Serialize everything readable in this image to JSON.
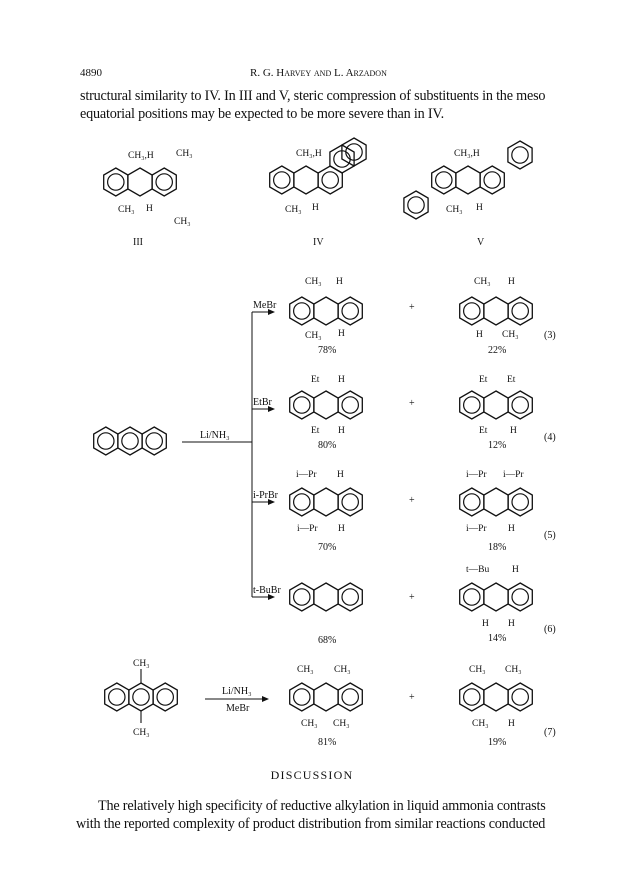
{
  "header": {
    "page_number": "4890",
    "running_title": "R. G. Harvey and L. Arzadon"
  },
  "intro_text": {
    "line1": "structural similarity to IV. In III and V, steric compression of substituents in the meso",
    "line2": "equatorial positions may be expected to be more severe than in IV."
  },
  "compound_labels": [
    "III",
    "IV",
    "V"
  ],
  "substituent_labels": {
    "iii_top1": "CH₃,H",
    "iii_top2": "CH₃",
    "iii_bot1": "CH₃",
    "iii_bot_h": "H",
    "iii_bot2": "CH₃",
    "iv_top": "CH₃,H",
    "iv_bot1": "CH₃",
    "iv_bot_h": "H",
    "v_top": "CH₃,H",
    "v_bot1": "CH₃",
    "v_bot_h": "H"
  },
  "reaction_conditions": {
    "main": "Li/NH₃",
    "eq7_top": "Li/NH₃",
    "eq7_bot": "MeBr"
  },
  "reagents": [
    "MeBr",
    "EtBr",
    "i-PrBr",
    "t-BuBr"
  ],
  "products": {
    "r3a": {
      "top": "CH₃",
      "top_h": "H",
      "bot": "CH₃",
      "bot_h": "H",
      "yield": "78%"
    },
    "r3b": {
      "top": "CH₃",
      "top_h": "H",
      "bot_h": "H",
      "bot": "CH₃",
      "yield": "22%"
    },
    "r4a": {
      "top": "Et",
      "top_h": "H",
      "bot": "Et",
      "bot_h": "H",
      "yield": "80%"
    },
    "r4b": {
      "top": "Et",
      "top2": "Et",
      "bot": "Et",
      "bot_h": "H",
      "yield": "12%"
    },
    "r5a": {
      "top": "i—Pr",
      "top_h": "H",
      "bot": "i—Pr",
      "bot_h": "H",
      "yield": "70%"
    },
    "r5b": {
      "top": "i—Pr",
      "top2": "i—Pr",
      "bot": "i—Pr",
      "bot_h": "H",
      "yield": "18%"
    },
    "r6a": {
      "yield": "68%"
    },
    "r6b": {
      "top": "t—Bu",
      "top_h": "H",
      "bot": "H",
      "bot_h": "H",
      "yield": "14%"
    },
    "r7a": {
      "top": "CH₃",
      "top2": "CH₃",
      "bot": "CH₃",
      "bot2": "CH₃",
      "yield": "81%"
    },
    "r7b": {
      "top": "CH₃",
      "top2": "CH₃",
      "bot": "CH₃",
      "bot_h": "H",
      "yield": "19%"
    },
    "sm7": {
      "top": "CH₃",
      "bot": "CH₃"
    }
  },
  "plus_sign": "+",
  "equation_numbers": [
    "(3)",
    "(4)",
    "(5)",
    "(6)",
    "(7)"
  ],
  "section_heading": "DISCUSSION",
  "discussion_text": {
    "line1": "The relatively high specificity of reductive alkylation in liquid ammonia contrasts",
    "line2": "with the reported complexity of product distribution from similar reactions conducted"
  }
}
